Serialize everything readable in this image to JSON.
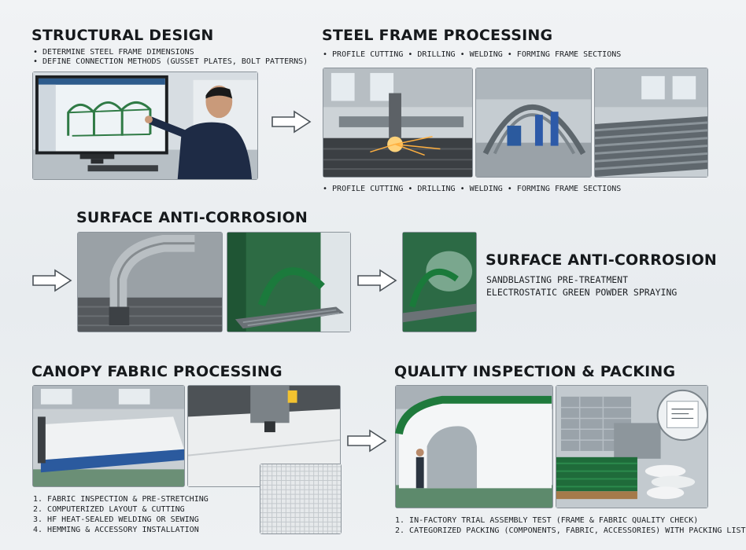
{
  "sections": {
    "structural_design": {
      "title": "STRUCTURAL DESIGN",
      "bullets": [
        "• DETERMINE STEEL FRAME DIMENSIONS",
        "• DEFINE CONNECTION METHODS (GUSSET PLATES, BOLT PATTERNS)"
      ]
    },
    "steel_frame_processing": {
      "title": "STEEL FRAME PROCESSING",
      "top_items": [
        "• PROFILE CUTTING",
        "• DRILLING",
        "• WELDING",
        "• FORMING FRAME SECTIONS"
      ],
      "bottom_items": [
        "• PROFILE CUTTING",
        "• DRILLING",
        "• WELDING",
        "• FORMING FRAME SECTIONS"
      ]
    },
    "surface_left": {
      "title": "SURFACE ANTI-CORROSION"
    },
    "surface_right": {
      "title": "SURFACE ANTI-CORROSION",
      "lines": [
        "SANDBLASTING PRE-TREATMENT",
        "ELECTROSTATIC GREEN POWDER SPRAYING"
      ]
    },
    "canopy_fabric": {
      "title": "CANOPY FABRIC PROCESSING",
      "steps": [
        "1. FABRIC INSPECTION & PRE-STRETCHING",
        "2. COMPUTERIZED LAYOUT & CUTTING",
        "3. HF HEAT-SEALED WELDING OR SEWING",
        "4. HEMMING & ACCESSORY INSTALLATION"
      ]
    },
    "quality_inspection": {
      "title": "QUALITY INSPECTION & PACKING",
      "steps": [
        "1. IN-FACTORY TRIAL ASSEMBLY TEST (FRAME & FABRIC QUALITY CHECK)",
        "2. CATEGORIZED PACKING (COMPONENTS, FABRIC, ACCESSORIES) WITH PACKING LIST"
      ]
    }
  },
  "colors": {
    "frame_green": "#1f6b3a",
    "steel_grey": "#6f777d",
    "factory_wall": "#c9ced2"
  }
}
